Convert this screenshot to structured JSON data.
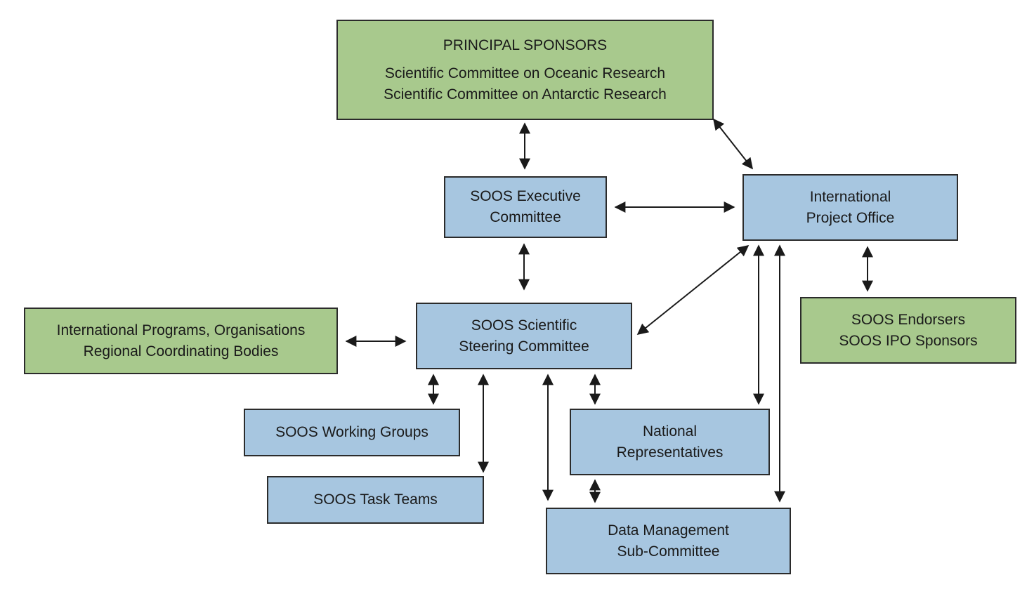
{
  "boxes": {
    "principal": {
      "heading": "PRINCIPAL SPONSORS",
      "line1": "Scientific Committee on Oceanic Research",
      "line2": "Scientific Committee on Antarctic Research"
    },
    "executive": {
      "line1": "SOOS Executive",
      "line2": "Committee"
    },
    "ipo": {
      "line1": "International",
      "line2": "Project Office"
    },
    "intl_programs": {
      "line1": "International Programs, Organisations",
      "line2": "Regional Coordinating Bodies"
    },
    "ssc": {
      "line1": "SOOS Scientific",
      "line2": "Steering Committee"
    },
    "endorsers": {
      "line1": "SOOS Endorsers",
      "line2": "SOOS IPO Sponsors"
    },
    "working_groups": {
      "line1": "SOOS Working Groups"
    },
    "national_reps": {
      "line1": "National",
      "line2": "Representatives"
    },
    "task_teams": {
      "line1": "SOOS Task Teams"
    },
    "data_mgmt": {
      "line1": "Data Management",
      "line2": "Sub-Committee"
    }
  },
  "colors": {
    "sponsor_green": "#a8c98d",
    "committee_blue": "#a7c6e0",
    "border": "#2b2b2b"
  }
}
